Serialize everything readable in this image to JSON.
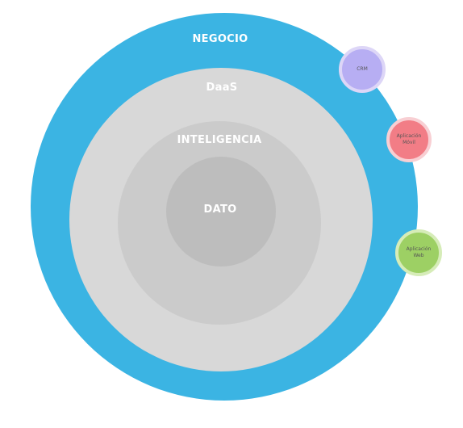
{
  "rings": {
    "negocio": "NEGOCIO",
    "daas": "DaaS",
    "inteligencia": "INTELIGENCIA",
    "dato": "DATO"
  },
  "apps": {
    "crm": "CRM",
    "movil_line1": "Aplicación",
    "movil_line2": "Móvil",
    "web_line1": "Aplicación",
    "web_line2": "Web"
  },
  "colors": {
    "negocio": "#3bb4e3",
    "daas": "#d8d8d8",
    "inteligencia": "#cbcbcb",
    "dato": "#bdbdbd",
    "crm": "#b7aef3",
    "movil": "#f27d86",
    "web": "#9dd064"
  }
}
